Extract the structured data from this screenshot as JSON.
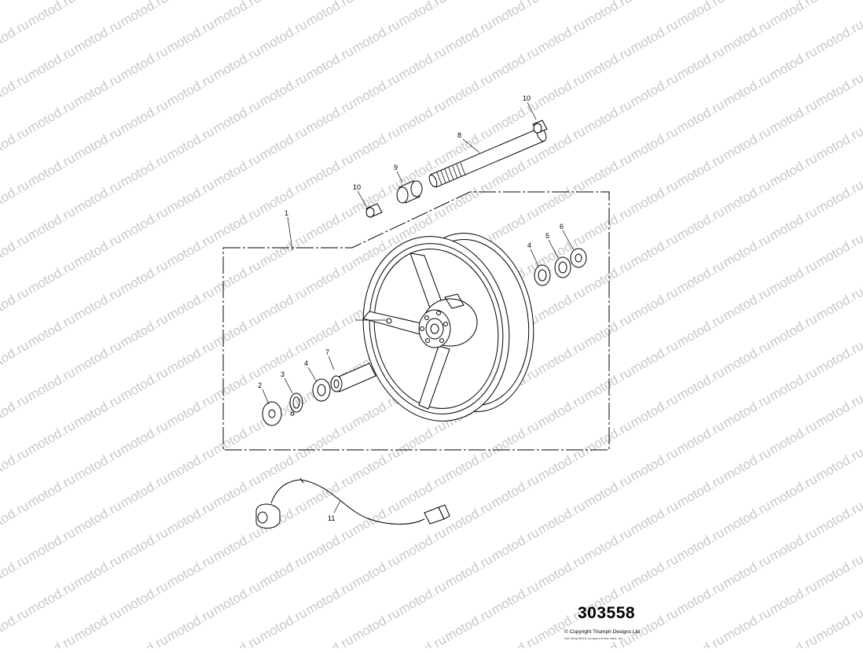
{
  "watermark": {
    "text": "motod.ru"
  },
  "diagram": {
    "number": "303558",
    "copyright": "© Copyright Triumph Designs Ltd",
    "fine_print": "Not using 98/16 component test mark, etc.",
    "callouts": [
      "1",
      "2",
      "3",
      "4",
      "4",
      "5",
      "6",
      "7",
      "8",
      "9",
      "10",
      "10",
      "11"
    ]
  },
  "icons": {
    "front-wheel": "front-wheel-icon",
    "wheel-spindle": "spindle-icon",
    "bearing": "bearing-icon",
    "sensor-harness": "abs-sensor-icon"
  }
}
